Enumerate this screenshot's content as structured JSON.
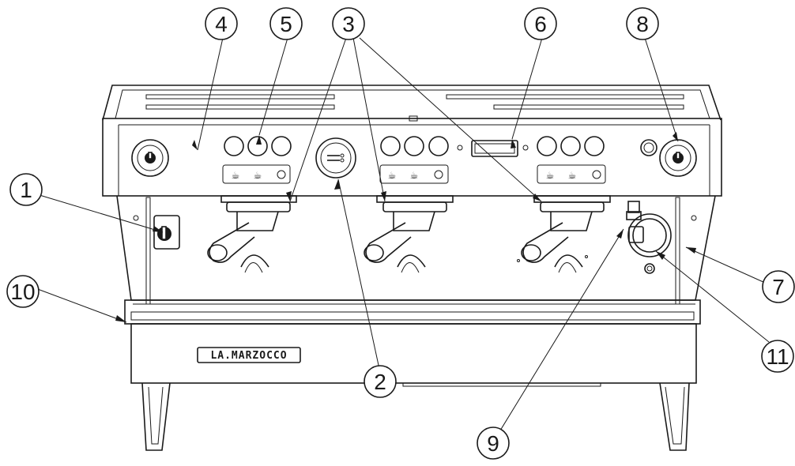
{
  "machine": {
    "brand_logo": "LA.MARZOCCO"
  },
  "callouts": [
    {
      "id": "c1",
      "label": "1"
    },
    {
      "id": "c2",
      "label": "2"
    },
    {
      "id": "c3",
      "label": "3"
    },
    {
      "id": "c4",
      "label": "4"
    },
    {
      "id": "c5",
      "label": "5"
    },
    {
      "id": "c6",
      "label": "6"
    },
    {
      "id": "c7",
      "label": "7"
    },
    {
      "id": "c8",
      "label": "8"
    },
    {
      "id": "c9",
      "label": "9"
    },
    {
      "id": "c10",
      "label": "10"
    },
    {
      "id": "c11",
      "label": "11"
    }
  ],
  "colors": {
    "line": "#1a1a1a",
    "background": "#ffffff"
  }
}
